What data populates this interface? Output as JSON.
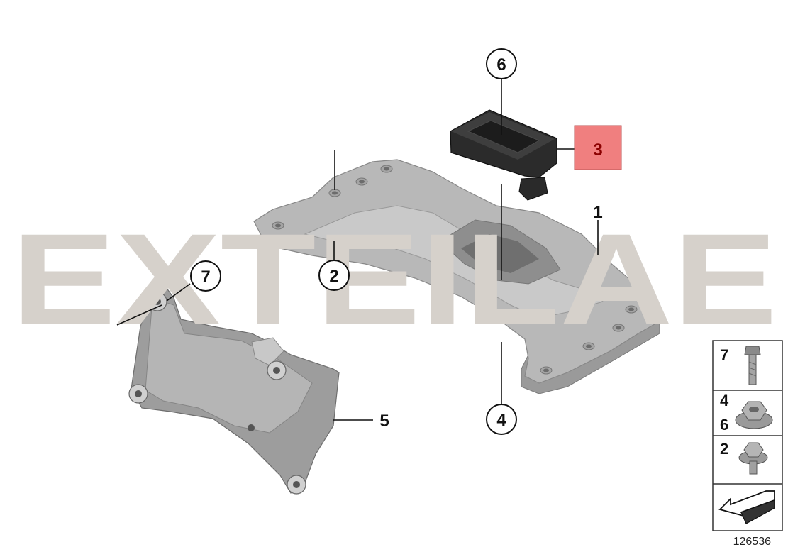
{
  "diagram": {
    "watermark": "EXTEILAE",
    "diagram_number": "126536",
    "highlighted_callout": "3",
    "highlight_color": "#f07f7f",
    "highlight_text_color": "#8b0000",
    "callouts": {
      "c1": "1",
      "c2": "2",
      "c3": "3",
      "c4": "4",
      "c5": "5",
      "c6": "6",
      "c7": "7"
    },
    "legend": {
      "row1": [
        "7"
      ],
      "row2": [
        "4",
        "6"
      ],
      "row3": [
        "2"
      ],
      "row4_icon": "arrow-icon"
    }
  }
}
